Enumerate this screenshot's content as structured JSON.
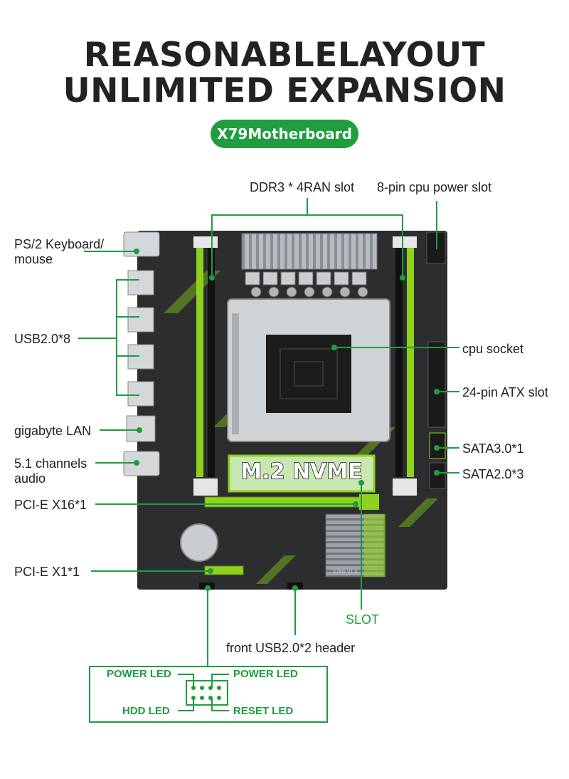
{
  "header": {
    "title_line1": "REASONABLELAYOUT",
    "title_line2": "UNLIMITED EXPANSION",
    "badge": "X79Motherboard"
  },
  "board": {
    "m2_label": "M.2 NVME",
    "silk_label": "X79G V1.3"
  },
  "callouts": {
    "ddr3": "DDR3 * 4RAN slot",
    "cpu_power": "8-pin cpu power slot",
    "ps2_line1": "PS/2 Keyboard/",
    "ps2_line2": "mouse",
    "usb": "USB2.0*8",
    "cpu_socket": "cpu socket",
    "atx": "24-pin ATX slot",
    "lan": "gigabyte LAN",
    "sata3": "SATA3.0*1",
    "audio_line1": "5.1 channels",
    "audio_line2": "audio",
    "sata2": "SATA2.0*3",
    "pcie16": "PCI-E X16*1",
    "pcie1": "PCI-E X1*1",
    "slot": "SLOT",
    "front_usb": "front USB2.0*2 header"
  },
  "panel_header": {
    "power_led_left": "POWER LED",
    "power_led_right": "POWER LED",
    "hdd_led": "HDD LED",
    "reset_led": "RESET LED"
  },
  "colors": {
    "accent_green": "#1f9d3f",
    "pcb": "#2c2d2e",
    "dimm_green": "#8fd11d",
    "text": "#222222"
  }
}
